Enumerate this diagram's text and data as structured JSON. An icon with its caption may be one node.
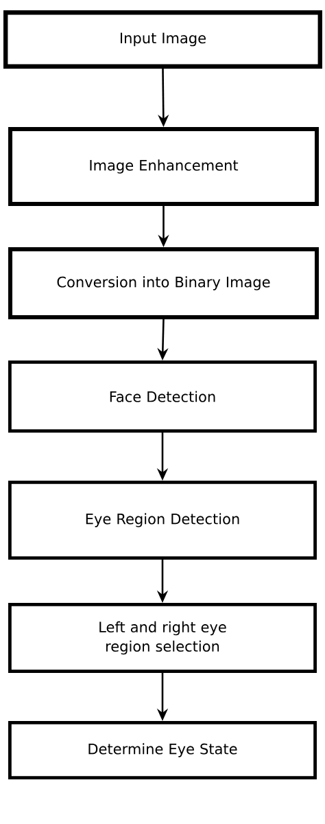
{
  "diagram": {
    "nodes": [
      {
        "text": [
          "Input Image"
        ]
      },
      {
        "text": [
          "Image Enhancement"
        ]
      },
      {
        "text": [
          "Conversion into Binary Image"
        ]
      },
      {
        "text": [
          "Face Detection"
        ]
      },
      {
        "text": [
          "Eye Region Detection"
        ]
      },
      {
        "text": [
          "Left and right eye region selection"
        ]
      },
      {
        "text": [
          "Determine Eye State"
        ]
      }
    ],
    "edges": [
      {
        "from": 0,
        "to": 1,
        "arrow": "to"
      },
      {
        "from": 1,
        "to": 2,
        "arrow": "to"
      },
      {
        "from": 2,
        "to": 3,
        "arrow": "to"
      },
      {
        "from": 3,
        "to": 4,
        "arrow": "to"
      },
      {
        "from": 4,
        "to": 5,
        "arrow": "to"
      },
      {
        "from": 5,
        "to": 6,
        "arrow": "to"
      }
    ]
  }
}
